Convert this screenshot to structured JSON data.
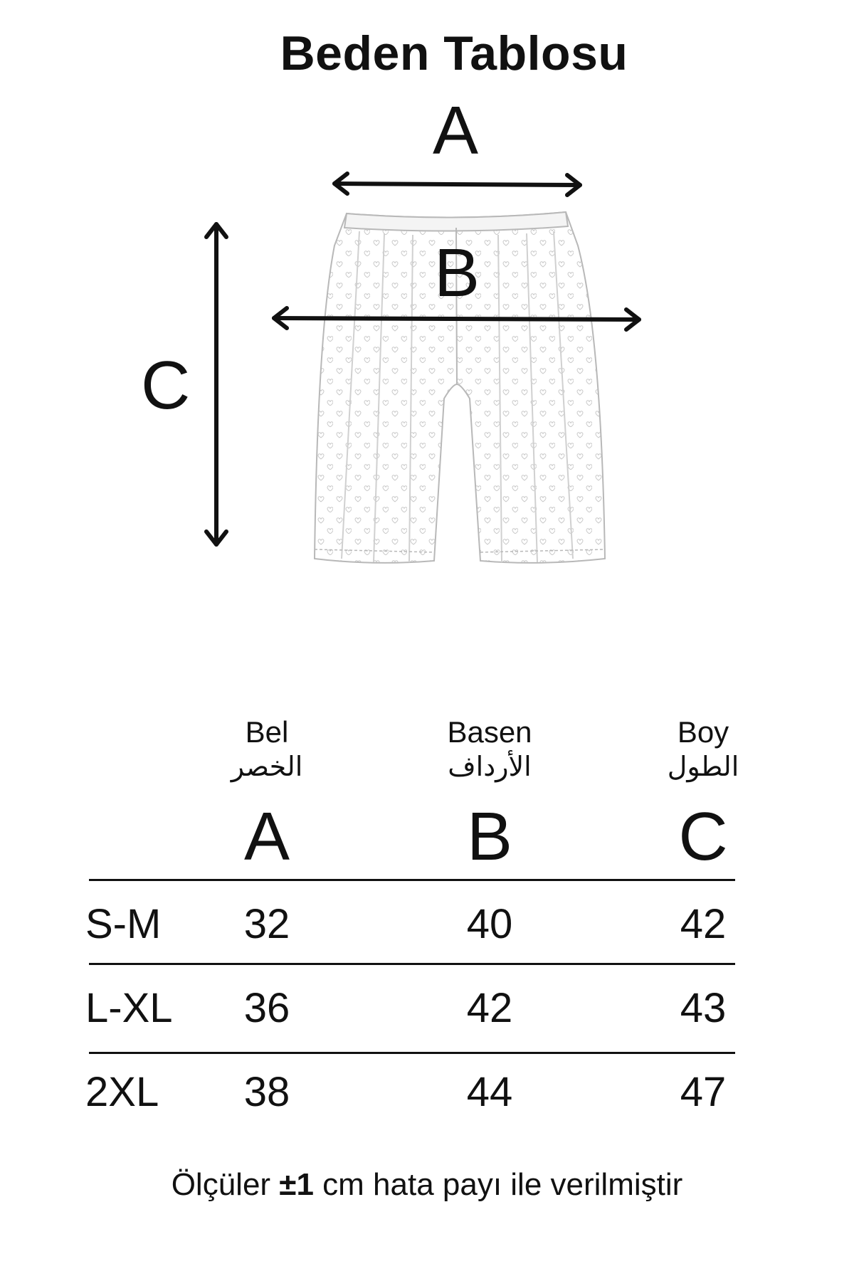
{
  "title": "Beden Tablosu",
  "diagram": {
    "labels": {
      "a": "A",
      "b": "B",
      "c": "C"
    }
  },
  "table": {
    "columns": [
      {
        "name": "Bel",
        "name_ar": "الخصر",
        "letter": "A"
      },
      {
        "name": "Basen",
        "name_ar": "الأرداف",
        "letter": "B"
      },
      {
        "name": "Boy",
        "name_ar": "الطول",
        "letter": "C"
      }
    ],
    "rows": [
      {
        "size": "S-M",
        "values": [
          "32",
          "40",
          "42"
        ]
      },
      {
        "size": "L-XL",
        "values": [
          "36",
          "42",
          "43"
        ]
      },
      {
        "size": "2XL",
        "values": [
          "38",
          "44",
          "47"
        ]
      }
    ]
  },
  "footer": {
    "before": "Ölçüler ",
    "bold": "±1",
    "after": " cm hata payı ile verilmiştir"
  },
  "colors": {
    "ink": "#111111",
    "garment_outline": "#b8b8b8",
    "pattern": "#c8c8c8"
  }
}
